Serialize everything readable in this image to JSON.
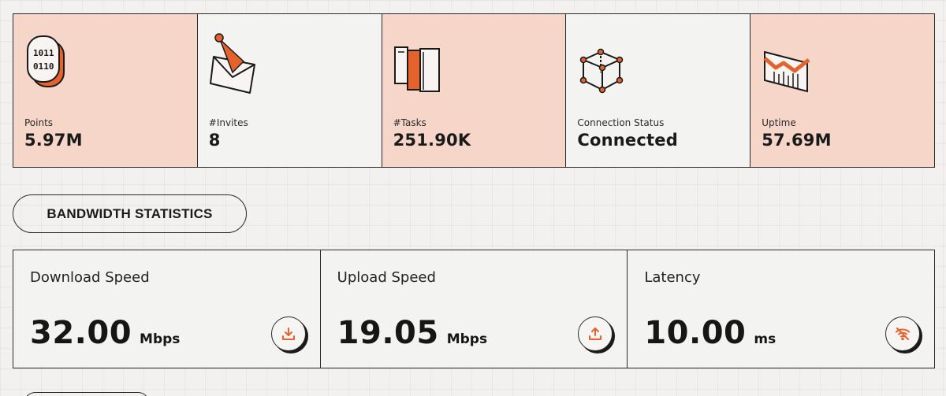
{
  "stats": [
    {
      "id": "points",
      "label": "Points",
      "value": "5.97M",
      "icon": "binary-chip-icon",
      "accent": true
    },
    {
      "id": "invites",
      "label": "#Invites",
      "value": "8",
      "icon": "envelope-icon",
      "accent": false
    },
    {
      "id": "tasks",
      "label": "#Tasks",
      "value": "251.90K",
      "icon": "books-icon",
      "accent": true
    },
    {
      "id": "connection",
      "label": "Connection Status",
      "value": "Connected",
      "icon": "cube-network-icon",
      "accent": false
    },
    {
      "id": "uptime",
      "label": "Uptime",
      "value": "57.69M",
      "icon": "trend-chart-icon",
      "accent": true
    }
  ],
  "bandwidth": {
    "section_title": "BANDWIDTH STATISTICS",
    "cards": [
      {
        "id": "download",
        "title": "Download Speed",
        "value": "32.00",
        "unit": "Mbps",
        "icon": "download-icon"
      },
      {
        "id": "upload",
        "title": "Upload Speed",
        "value": "19.05",
        "unit": "Mbps",
        "icon": "upload-icon"
      },
      {
        "id": "latency",
        "title": "Latency",
        "value": "10.00",
        "unit": "ms",
        "icon": "wifi-off-icon"
      }
    ]
  },
  "colors": {
    "accent_bg": "#f6d6c9",
    "accent_orange": "#e4622b",
    "border": "#2a2a2a",
    "page_bg": "#f2f1ef"
  }
}
